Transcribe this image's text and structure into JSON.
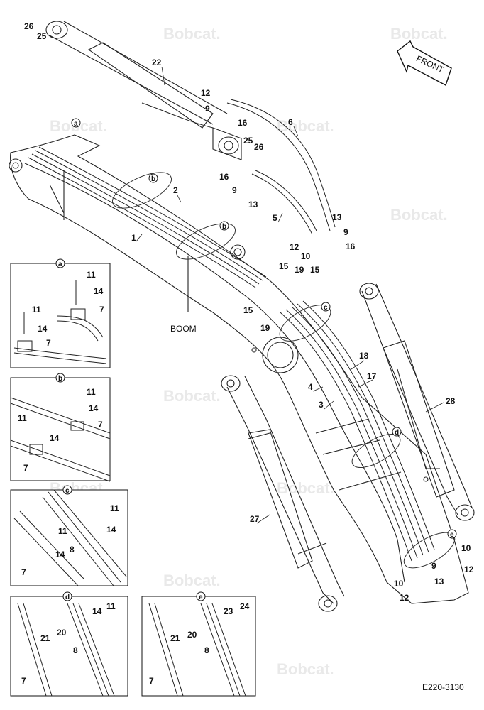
{
  "watermark": "Bobcat.",
  "front_label": "FRONT",
  "boom_label": "BOOM",
  "drawing_code": "E220-3130",
  "callouts": {
    "c1": "1",
    "c2": "2",
    "c3": "3",
    "c4": "4",
    "c5": "5",
    "c6": "6",
    "c9a": "9",
    "c9b": "9",
    "c9c": "9",
    "c9d": "9",
    "c10a": "10",
    "c10b": "10",
    "c10c": "10",
    "c12a": "12",
    "c12b": "12",
    "c12c": "12",
    "c12d": "12",
    "c13a": "13",
    "c13b": "13",
    "c13c": "13",
    "c15a": "15",
    "c15b": "15",
    "c15c": "15",
    "c16a": "16",
    "c16b": "16",
    "c16c": "16",
    "c17": "17",
    "c18": "18",
    "c19a": "19",
    "c19b": "19",
    "c22": "22",
    "c25a": "25",
    "c25b": "25",
    "c26a": "26",
    "c26b": "26",
    "c27": "27",
    "c28": "28",
    "ca": "a",
    "cb1": "b",
    "cb2": "b",
    "cc": "c",
    "cd": "d",
    "ce": "e"
  },
  "insets": {
    "a": {
      "tag": "a",
      "l11a": "11",
      "l14a": "14",
      "l7a": "7",
      "l11b": "11",
      "l14b": "14",
      "l7b": "7"
    },
    "b": {
      "tag": "b",
      "l11a": "11",
      "l14a": "14",
      "l7a": "7",
      "l11b": "11",
      "l14b": "14",
      "l7b": "7"
    },
    "c": {
      "tag": "c",
      "l11a": "11",
      "l14a": "14",
      "l11b": "11",
      "l14b": "14",
      "l8": "8",
      "l7": "7"
    },
    "d": {
      "tag": "d",
      "l14": "14",
      "l11": "11",
      "l21": "21",
      "l20": "20",
      "l8": "8",
      "l7": "7"
    },
    "e": {
      "tag": "e",
      "l23": "23",
      "l24": "24",
      "l21": "21",
      "l20": "20",
      "l8": "8",
      "l7": "7"
    }
  }
}
